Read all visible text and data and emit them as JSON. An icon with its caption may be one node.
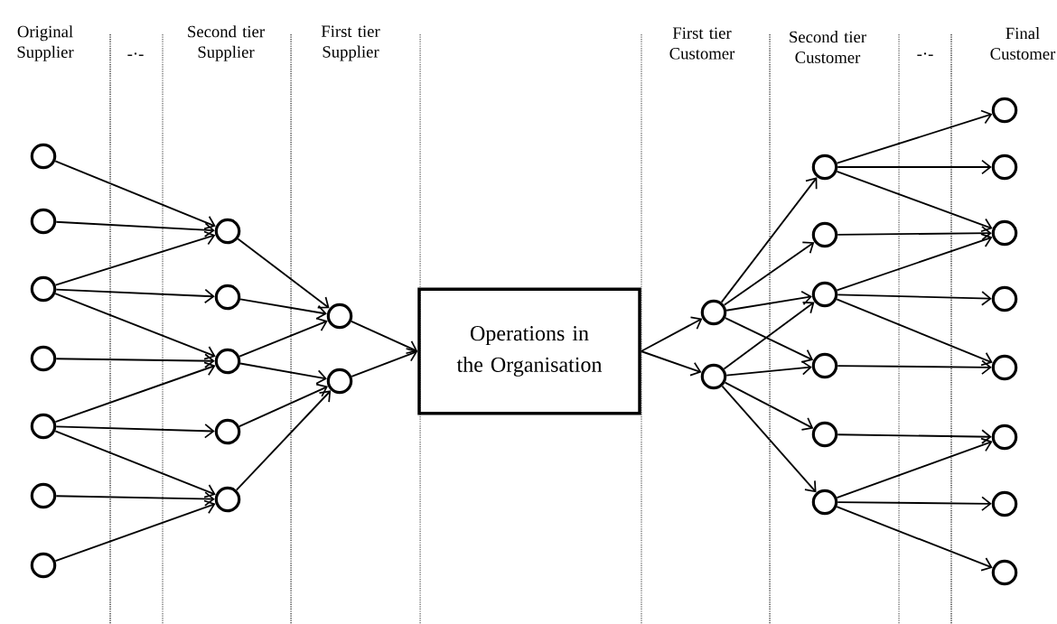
{
  "diagram": {
    "nodes": [
      {
        "text": [],
        "shape": "circle"
      },
      {
        "text": [],
        "shape": "circle"
      },
      {
        "text": [],
        "shape": "circle"
      },
      {
        "text": [],
        "shape": "circle"
      },
      {
        "text": [],
        "shape": "circle"
      },
      {
        "text": [],
        "shape": "circle"
      },
      {
        "text": [],
        "shape": "circle"
      },
      {
        "text": [],
        "shape": "circle"
      },
      {
        "text": [],
        "shape": "circle"
      },
      {
        "text": [],
        "shape": "circle"
      },
      {
        "text": [],
        "shape": "circle"
      },
      {
        "text": [],
        "shape": "circle"
      },
      {
        "text": [],
        "shape": "circle"
      },
      {
        "text": [],
        "shape": "circle"
      },
      {
        "text": [
          "Operations in the Organisation"
        ]
      },
      {
        "text": [],
        "shape": "circle"
      },
      {
        "text": [],
        "shape": "circle"
      },
      {
        "text": [],
        "shape": "circle"
      },
      {
        "text": [],
        "shape": "circle"
      },
      {
        "text": [],
        "shape": "circle"
      },
      {
        "text": [],
        "shape": "circle"
      },
      {
        "text": [],
        "shape": "circle"
      },
      {
        "text": [],
        "shape": "circle"
      },
      {
        "text": [],
        "shape": "circle"
      },
      {
        "text": [],
        "shape": "circle"
      },
      {
        "text": [],
        "shape": "circle"
      },
      {
        "text": [],
        "shape": "circle"
      },
      {
        "text": [],
        "shape": "circle"
      },
      {
        "text": [],
        "shape": "circle"
      },
      {
        "text": [],
        "shape": "circle"
      },
      {
        "text": [],
        "shape": "circle"
      }
    ],
    "edges": [
      {
        "from": 0,
        "to": 7,
        "arrow": "to"
      },
      {
        "from": 1,
        "to": 7,
        "arrow": "to"
      },
      {
        "from": 2,
        "to": 7,
        "arrow": "to"
      },
      {
        "from": 2,
        "to": 8,
        "arrow": "to"
      },
      {
        "from": 2,
        "to": 9,
        "arrow": "to"
      },
      {
        "from": 3,
        "to": 9,
        "arrow": "to"
      },
      {
        "from": 4,
        "to": 9,
        "arrow": "to"
      },
      {
        "from": 4,
        "to": 10,
        "arrow": "to"
      },
      {
        "from": 4,
        "to": 11,
        "arrow": "to"
      },
      {
        "from": 5,
        "to": 11,
        "arrow": "to"
      },
      {
        "from": 6,
        "to": 11,
        "arrow": "to"
      },
      {
        "from": 7,
        "to": 12,
        "arrow": "to"
      },
      {
        "from": 8,
        "to": 12,
        "arrow": "to"
      },
      {
        "from": 9,
        "to": 12,
        "arrow": "to"
      },
      {
        "from": 9,
        "to": 13,
        "arrow": "to"
      },
      {
        "from": 10,
        "to": 13,
        "arrow": "to"
      },
      {
        "from": 11,
        "to": 13,
        "arrow": "to"
      },
      {
        "from": 12,
        "to": 14,
        "arrow": "to"
      },
      {
        "from": 13,
        "to": 14,
        "arrow": "to"
      },
      {
        "from": 14,
        "to": 15,
        "arrow": "to"
      },
      {
        "from": 14,
        "to": 16,
        "arrow": "to"
      },
      {
        "from": 15,
        "to": 17,
        "arrow": "to"
      },
      {
        "from": 15,
        "to": 18,
        "arrow": "to"
      },
      {
        "from": 15,
        "to": 19,
        "arrow": "to"
      },
      {
        "from": 15,
        "to": 20,
        "arrow": "to"
      },
      {
        "from": 16,
        "to": 19,
        "arrow": "to"
      },
      {
        "from": 16,
        "to": 20,
        "arrow": "to"
      },
      {
        "from": 16,
        "to": 21,
        "arrow": "to"
      },
      {
        "from": 16,
        "to": 22,
        "arrow": "to"
      },
      {
        "from": 17,
        "to": 23,
        "arrow": "to"
      },
      {
        "from": 17,
        "to": 24,
        "arrow": "to"
      },
      {
        "from": 17,
        "to": 25,
        "arrow": "to"
      },
      {
        "from": 18,
        "to": 25,
        "arrow": "to"
      },
      {
        "from": 19,
        "to": 25,
        "arrow": "to"
      },
      {
        "from": 19,
        "to": 26,
        "arrow": "to"
      },
      {
        "from": 19,
        "to": 27,
        "arrow": "to"
      },
      {
        "from": 20,
        "to": 27,
        "arrow": "to"
      },
      {
        "from": 21,
        "to": 28,
        "arrow": "to"
      },
      {
        "from": 22,
        "to": 28,
        "arrow": "to"
      },
      {
        "from": 22,
        "to": 29,
        "arrow": "to"
      },
      {
        "from": 22,
        "to": 30,
        "arrow": "to"
      }
    ],
    "labels": [
      "Original Supplier",
      "-·-",
      "Second tier Supplier",
      "First tier Supplier",
      "First tier Customer",
      "Second tier Customer",
      "-·-",
      "Final Customer"
    ]
  }
}
